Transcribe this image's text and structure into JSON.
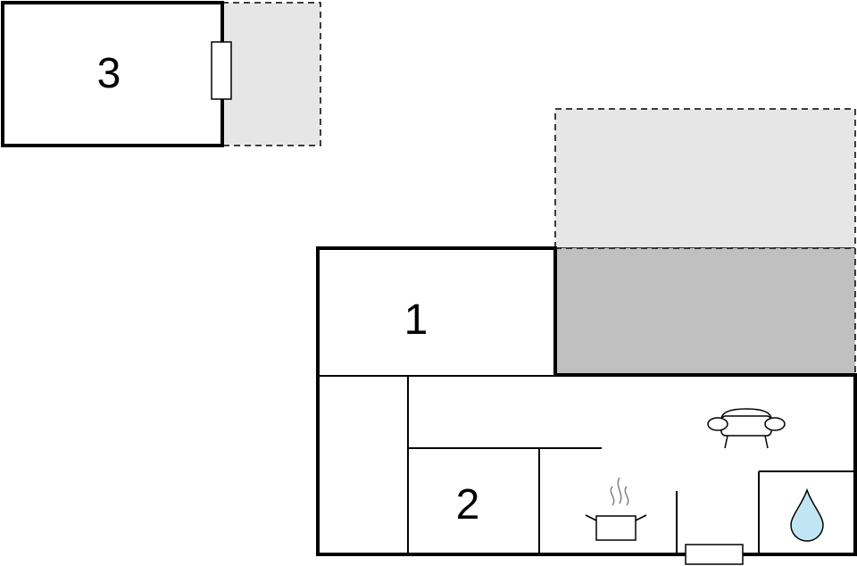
{
  "floorplan": {
    "rooms": [
      {
        "number": "3"
      },
      {
        "number": "1"
      },
      {
        "number": "2"
      }
    ],
    "icons": [
      "sofa-icon",
      "cooking-pot-icon",
      "water-drop-icon",
      "door-icon",
      "window-icon"
    ],
    "colors": {
      "wall": "#000000",
      "terrace": "#e6e6e6",
      "covered_area": "#c0c0c0",
      "water": "#bfe6f2",
      "steam": "#808080"
    }
  }
}
